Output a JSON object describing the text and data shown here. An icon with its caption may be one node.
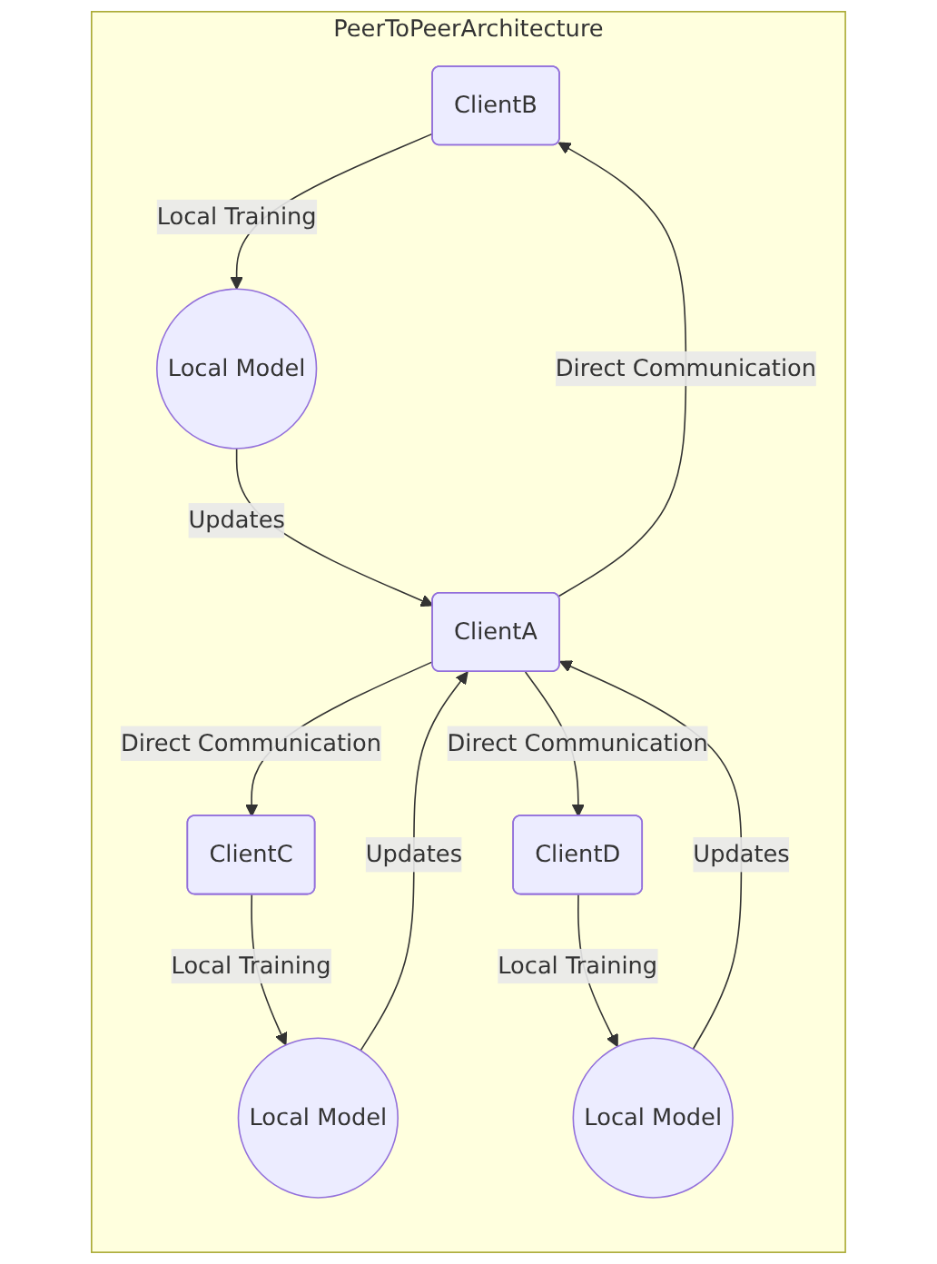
{
  "diagram": {
    "nodes": [
      {
        "text": [
          "PeerToPeerArchitecture"
        ]
      },
      {
        "text": [
          "ClientB"
        ],
        "in": 0
      },
      {
        "text": [
          "Local Model"
        ],
        "in": 0
      },
      {
        "text": [
          "ClientA"
        ],
        "in": 0
      },
      {
        "text": [
          "ClientC"
        ],
        "in": 0
      },
      {
        "text": [
          "ClientD"
        ],
        "in": 0
      },
      {
        "text": [
          "Local Model"
        ],
        "in": 0
      },
      {
        "text": [
          "Local Model"
        ],
        "in": 0
      }
    ],
    "edges": [
      {
        "from": 1,
        "to": 2,
        "arrow": "to",
        "label": "Local Training"
      },
      {
        "from": 2,
        "to": 3,
        "arrow": "to",
        "label": "Updates"
      },
      {
        "from": 3,
        "to": 1,
        "arrow": "to",
        "label": "Direct Communication"
      },
      {
        "from": 3,
        "to": 4,
        "arrow": "to",
        "label": "Direct Communication"
      },
      {
        "from": 3,
        "to": 5,
        "arrow": "to",
        "label": "Direct Communication"
      },
      {
        "from": 4,
        "to": 6,
        "arrow": "to",
        "label": "Local Training"
      },
      {
        "from": 6,
        "to": 3,
        "arrow": "to",
        "label": "Updates"
      },
      {
        "from": 5,
        "to": 7,
        "arrow": "to",
        "label": "Local Training"
      },
      {
        "from": 7,
        "to": 3,
        "arrow": "to",
        "label": "Updates"
      }
    ]
  }
}
